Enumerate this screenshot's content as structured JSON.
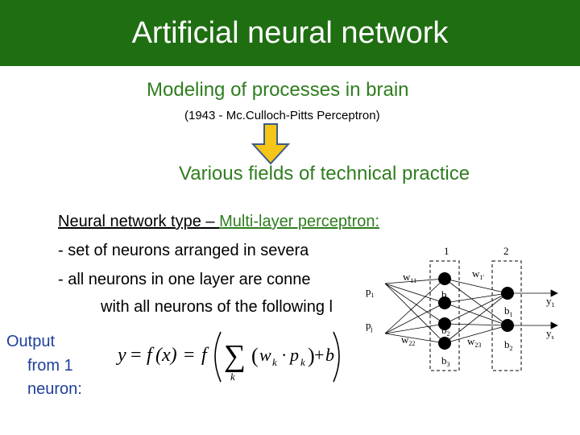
{
  "header": {
    "title": "Artificial neural network",
    "bg_color": "#1f6e12"
  },
  "intro": {
    "modeling": "Modeling of processes in brain",
    "history": "(1943 - Mc.Culloch-Pitts Perceptron)",
    "arrow_color": "#f5c518",
    "fields": "Various fields of technical practice"
  },
  "network": {
    "type_label": "Neural network type – ",
    "type_value": "Multi-layer perceptron:",
    "bullet1": "- set of neurons arranged in severa",
    "bullet2": "- all neurons in one layer are conne",
    "bullet3": "with all neurons of the following l"
  },
  "output": {
    "line1": "Output",
    "line2": "from 1",
    "line3": "neuron:"
  },
  "formula": {
    "y": "y",
    "eq1": "=",
    "f1": "f",
    "x": "(x)",
    "eq2": "=",
    "f2": "f",
    "sigma": "∑",
    "k": "k",
    "w": "w",
    "wk_sub": "k",
    "dot": "·",
    "p": "p",
    "pk_sub": "k",
    "plus": "+",
    "b": "b"
  },
  "diagram": {
    "layer1": "1",
    "layer2": "2",
    "w11": "w",
    "w11_sub": "11",
    "w1prime": "w",
    "w1prime_sub": "1'",
    "p1": "p",
    "p1_sub": "1",
    "pj": "p",
    "pj_sub": "j",
    "b_top": "b",
    "b2": "b",
    "b2_sub": "2",
    "b3": "b",
    "b3_sub": "3",
    "bl1": "b",
    "bl1_sub": "1",
    "bl2": "b",
    "bl2_sub": "2",
    "w22": "w",
    "w22_sub": "22",
    "w23": "w",
    "w23_sub": "23",
    "y1": "y",
    "y1_sub": "1",
    "ys": "y",
    "ys_sub": "s"
  }
}
